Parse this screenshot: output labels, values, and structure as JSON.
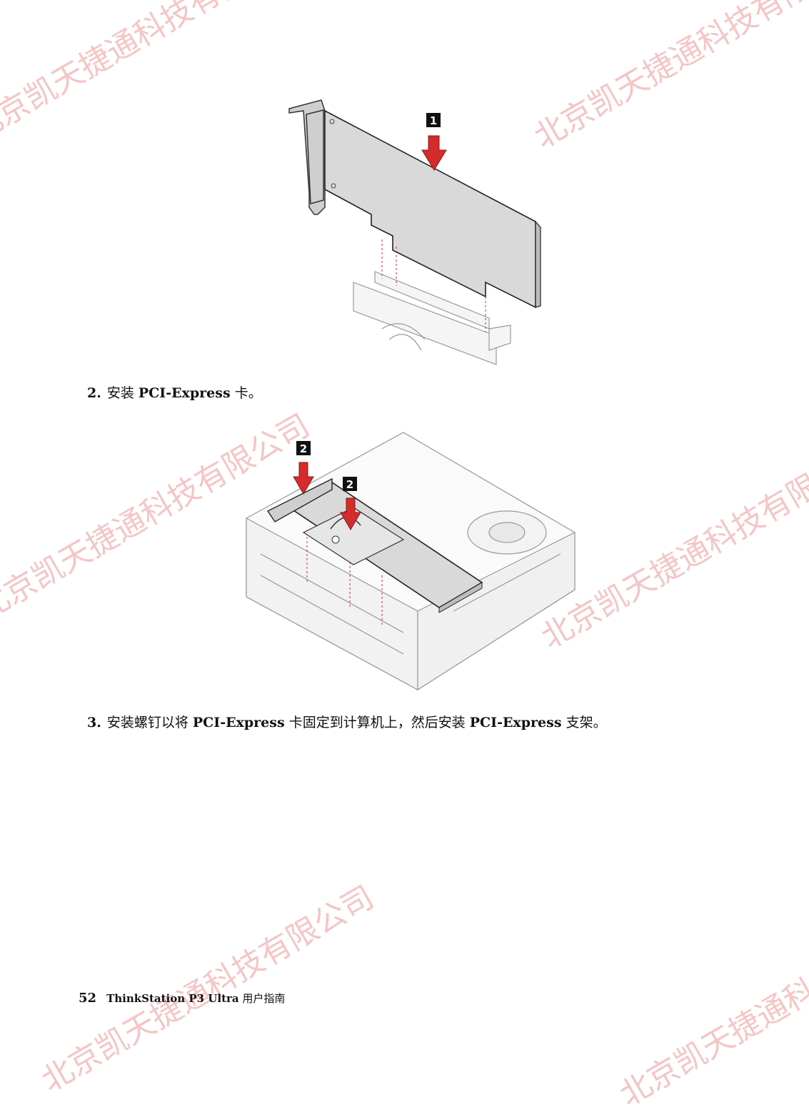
{
  "watermarks": [
    "北京凯天捷通科技有限公司",
    "北京凯天捷通科技有限公司",
    "北京凯天捷通科技有限公司",
    "北京凯天捷通科技有限公司",
    "北京凯天捷通科技有限公司",
    "北京凯天捷通科技有限公司"
  ],
  "figure1": {
    "callout": "1"
  },
  "figure2": {
    "callout_a": "2",
    "callout_b": "2"
  },
  "steps": [
    {
      "num": "2.",
      "pre": "安装 ",
      "bold": "PCI-Express",
      "post": " 卡。"
    },
    {
      "num": "3.",
      "pre": "安装螺钉以将 ",
      "bold": "PCI-Express",
      "mid": " 卡固定到计算机上，然后安装 ",
      "bold2": "PCI-Express",
      "post": " 支架。"
    }
  ],
  "footer": {
    "page": "52",
    "title": "ThinkStation P3 Ultra",
    "suffix": " 用户指南"
  },
  "colors": {
    "arrow": "#d42b2b",
    "watermark": "#f2b8b8",
    "card": "#d9d9d9"
  }
}
